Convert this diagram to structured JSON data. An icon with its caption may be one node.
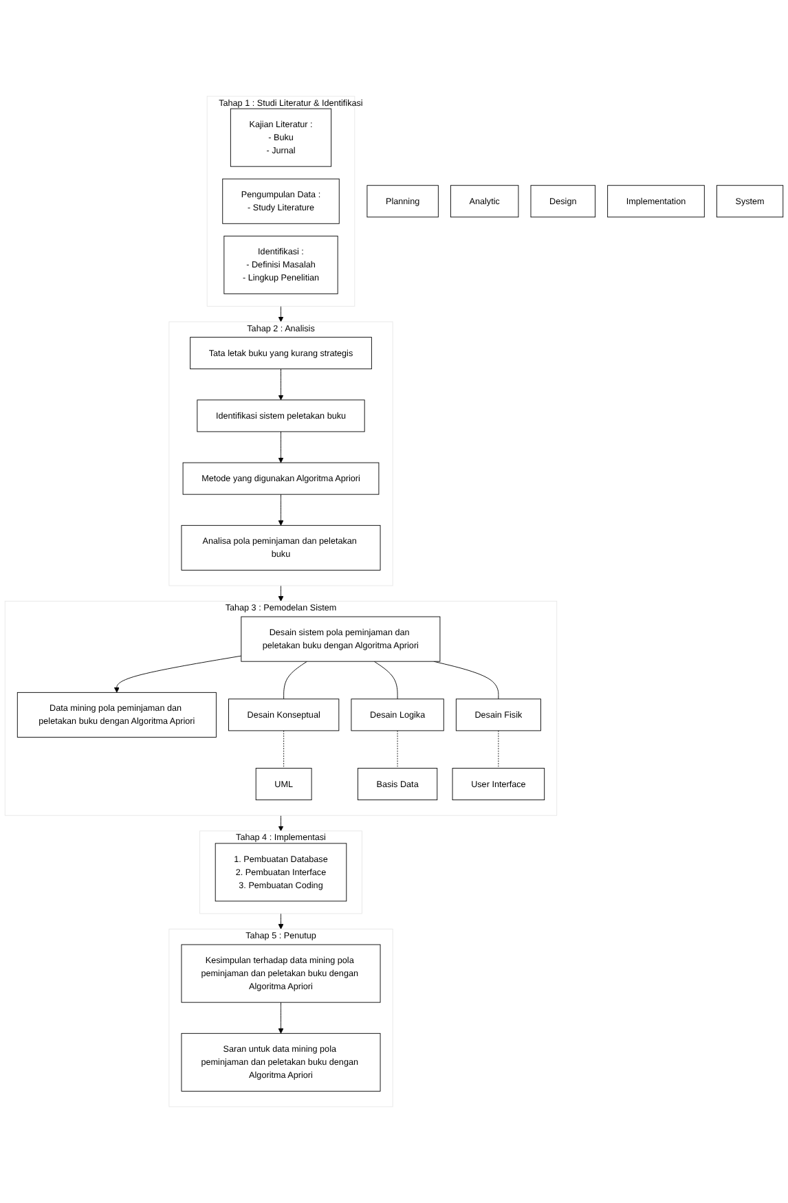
{
  "diagram": {
    "nodes": [
      {
        "text": [
          "Planning"
        ]
      },
      {
        "text": [
          "Tahap 1 : Studi Literatur & Identifikasi"
        ]
      },
      {
        "text": [
          "Kajian Literatur :",
          "- Buku",
          "- Jurnal"
        ],
        "in": 1
      },
      {
        "text": [
          "Pengumpulan Data :",
          "- Study Literature"
        ],
        "in": 1
      },
      {
        "text": [
          "Identifikasi :",
          "- Definisi Masalah",
          "- Lingkup Penelitian"
        ],
        "in": 1
      },
      {
        "text": [
          "Analytic"
        ]
      },
      {
        "text": [
          "Tahap 2 : Analisis"
        ]
      },
      {
        "text": [
          "Tata letak buku yang kurang strategis"
        ],
        "in": 6
      },
      {
        "text": [
          "Identifikasi sistem peletakan buku"
        ],
        "in": 6
      },
      {
        "text": [
          "Metode yang digunakan Algoritma Apriori"
        ],
        "in": 6
      },
      {
        "text": [
          "Analisa pola peminjaman dan peletakan buku"
        ],
        "in": 6
      },
      {
        "text": [
          "Design"
        ]
      },
      {
        "text": [
          "Tahap 3 : Pemodelan Sistem"
        ]
      },
      {
        "text": [
          "Desain sistem pola peminjaman dan peletakan buku dengan Algoritma Apriori"
        ],
        "in": 12
      },
      {
        "text": [
          "Data mining pola peminjaman dan peletakan buku dengan Algoritma Apriori"
        ],
        "in": 12
      },
      {
        "text": [
          "Desain Konseptual"
        ],
        "in": 12
      },
      {
        "text": [
          "UML"
        ],
        "in": 12
      },
      {
        "text": [
          "Desain Logika"
        ],
        "in": 12
      },
      {
        "text": [
          "Basis Data"
        ],
        "in": 12
      },
      {
        "text": [
          "Desain Fisik"
        ],
        "in": 12
      },
      {
        "text": [
          "User Interface"
        ],
        "in": 12
      },
      {
        "text": [
          "Implementation"
        ]
      },
      {
        "text": [
          "Tahap 4 : Implementasi"
        ]
      },
      {
        "text": [
          "1. Pembuatan Database",
          "2. Pembuatan Interface",
          "3. Pembuatan Coding"
        ],
        "in": 22
      },
      {
        "text": [
          "System"
        ]
      },
      {
        "text": [
          "Tahap 5 : Penutup"
        ]
      },
      {
        "text": [
          "Kesimpulan terhadap data mining pola peminjaman dan peletakan buku dengan Algoritma Apriori"
        ],
        "in": 25
      },
      {
        "text": [
          "Saran untuk data mining pola peminjaman dan peletakan buku dengan Algoritma Apriori"
        ],
        "in": 25
      }
    ],
    "edges": [
      {
        "from": 7,
        "to": 8,
        "arrow": "to"
      },
      {
        "from": 8,
        "to": 9,
        "arrow": "to"
      },
      {
        "from": 9,
        "to": 10,
        "arrow": "to"
      },
      {
        "from": 13,
        "to": 14,
        "arrow": "to"
      },
      {
        "from": 13,
        "to": 15,
        "arrow": "none"
      },
      {
        "from": 13,
        "to": 17,
        "arrow": "none"
      },
      {
        "from": 13,
        "to": 19,
        "arrow": "none"
      },
      {
        "from": 15,
        "to": 16,
        "arrow": "none",
        "style": "dashed"
      },
      {
        "from": 17,
        "to": 18,
        "arrow": "none",
        "style": "dashed"
      },
      {
        "from": 19,
        "to": 20,
        "arrow": "none",
        "style": "dashed"
      },
      {
        "from": 26,
        "to": 27,
        "arrow": "to"
      },
      {
        "from": 1,
        "to": 6,
        "arrow": "to"
      },
      {
        "from": 6,
        "to": 12,
        "arrow": "to"
      },
      {
        "from": 12,
        "to": 22,
        "arrow": "to"
      },
      {
        "from": 22,
        "to": 25,
        "arrow": "to"
      }
    ]
  }
}
